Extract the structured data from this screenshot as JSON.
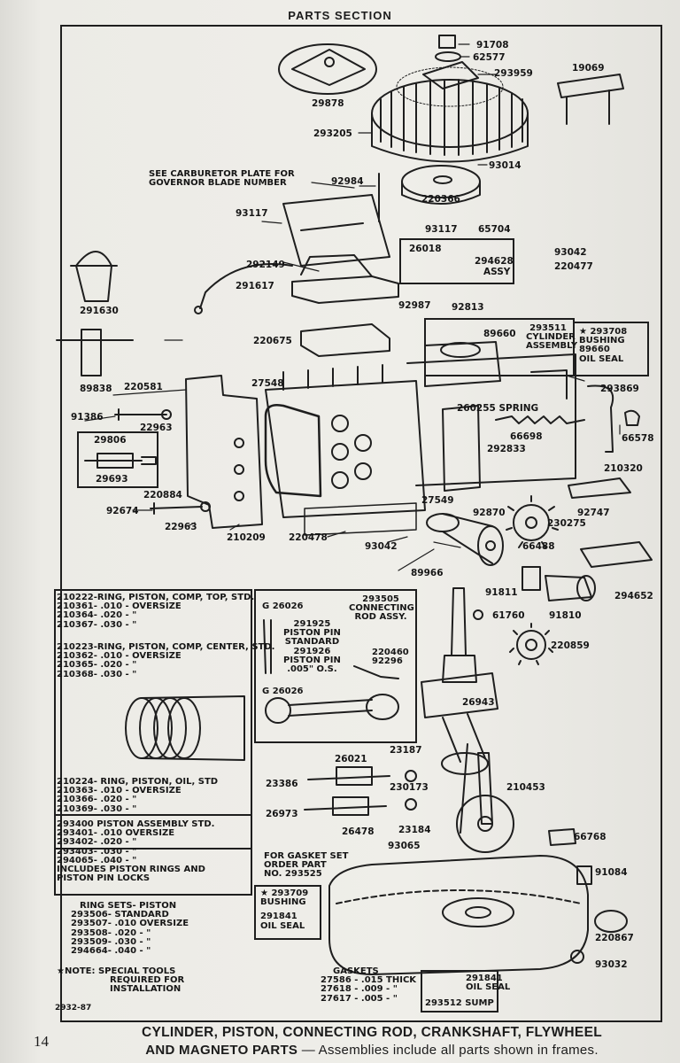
{
  "header": {
    "title": "PARTS SECTION"
  },
  "page_number": "14",
  "caption": {
    "line1": "CYLINDER, PISTON, CONNECTING ROD, CRANKSHAFT, FLYWHEEL",
    "line2_bold": "AND MAGNETO PARTS",
    "line2_rest": " — Assemblies include all parts shown in frames."
  },
  "drawing_number": "2932-87",
  "carb_note": [
    "SEE CARBURETOR PLATE FOR",
    "GOVERNOR BLADE NUMBER"
  ],
  "part_labels": [
    "91708",
    "62577",
    "293959",
    "19069",
    "29878",
    "293205",
    "93014",
    "92984",
    "220366",
    "93117",
    "93117",
    "65704",
    "26018",
    "294628",
    "ASSY",
    "93042",
    "220477",
    "292149",
    "291617",
    "92987",
    "92813",
    "291630",
    "220675",
    "89660",
    "89838",
    "220581",
    "27548",
    "293869",
    "91386",
    "22963",
    "260255 SPRING",
    "66698",
    "66578",
    "292833",
    "210320",
    "220884",
    "92674",
    "22963",
    "210209",
    "220478",
    "93042",
    "27549",
    "92870",
    "230275",
    "92747",
    "66488",
    "89966",
    "294652",
    "91811",
    "91810",
    "61760",
    "220859",
    "26943",
    "26021",
    "23187",
    "23386",
    "230173",
    "210453",
    "26973",
    "26478",
    "23184",
    "66768",
    "93065",
    "91084",
    "220867",
    "93032"
  ],
  "framed_sets": {
    "cylinder_assembly": [
      "293511",
      "CYLINDER",
      "ASSEMBLY"
    ],
    "bushing_seal_top": [
      "★ 293708",
      "BUSHING",
      "89660",
      "OIL SEAL"
    ],
    "spark_plug": [
      "29806",
      "29693"
    ],
    "connecting_rod": [
      "293505",
      "CONNECTING",
      "ROD ASSY."
    ],
    "piston_pin": [
      "G 26026",
      "291925",
      "PISTON PIN",
      "STANDARD",
      "291926",
      "PISTON PIN",
      ".005\" O.S.",
      "G 26026"
    ],
    "rod_bolts": [
      "220460",
      "92296"
    ],
    "bushing_seal_bottom": [
      "★ 293709",
      "BUSHING",
      "291841",
      "OIL SEAL"
    ],
    "sump": [
      "291841",
      "OIL SEAL",
      "293512 SUMP"
    ]
  },
  "ring_lists": {
    "top": [
      "210222-RING, PISTON, COMP, TOP, STD.",
      "210361- .010 - OVERSIZE",
      "210364- .020 - \"",
      "210367- .030 - \""
    ],
    "center": [
      "210223-RING, PISTON, COMP, CENTER, STD.",
      "210362- .010 - OVERSIZE",
      "210365- .020 - \"",
      "210368- .030 - \""
    ],
    "oil": [
      "210224- RING, PISTON, OIL, STD",
      "210363- .010 - OVERSIZE",
      "210366- .020 - \"",
      "210369- .030 - \""
    ],
    "piston": [
      "293400 PISTON ASSEMBLY STD.",
      "293401- .010 OVERSIZE",
      "293402- .020 - \"",
      "293403- .030 - \"",
      "294065- .040 - \"",
      "INCLUDES PISTON RINGS AND",
      "PISTON PIN LOCKS"
    ],
    "ring_sets": [
      "RING SETS- PISTON",
      "293506- STANDARD",
      "293507- .010 OVERSIZE",
      "293508- .020 - \"",
      "293509- .030 - \"",
      "294664- .040 - \""
    ]
  },
  "gasket_note": [
    "FOR GASKET SET",
    "ORDER PART",
    "NO. 293525"
  ],
  "gaskets": [
    "GASKETS",
    "27586 - .015 THICK",
    "27618 - .009 - \"",
    "27617 - .005 - \""
  ],
  "tools_note": [
    "★NOTE: SPECIAL TOOLS",
    "REQUIRED FOR",
    "INSTALLATION"
  ]
}
